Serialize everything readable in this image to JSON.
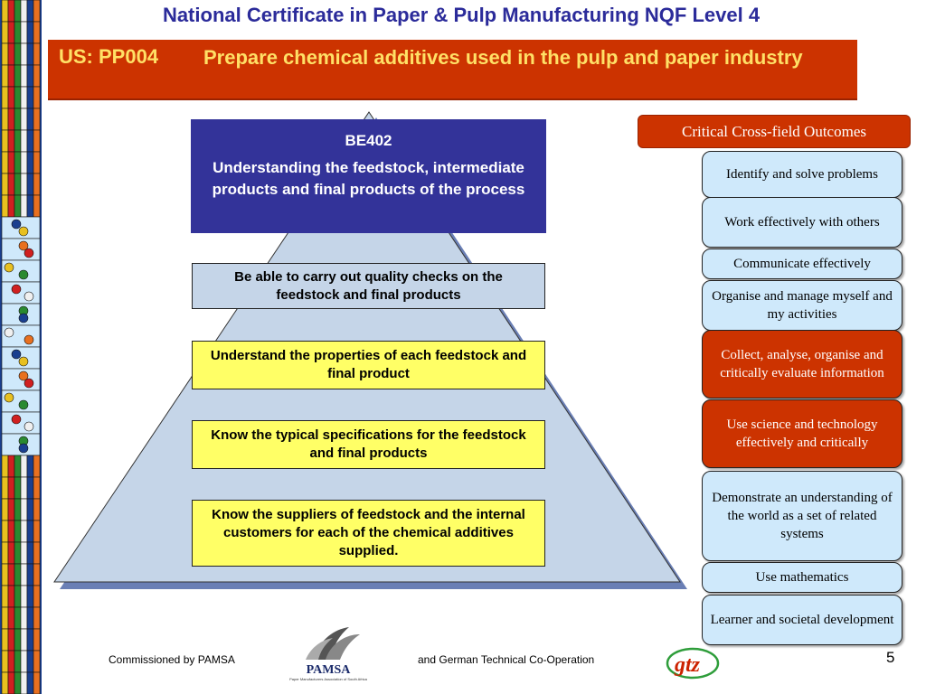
{
  "header": {
    "title": "National Certificate in Paper & Pulp Manufacturing NQF Level 4",
    "unit_code": "US: PP004",
    "unit_title": "Prepare chemical additives used in the pulp and paper industry"
  },
  "pyramid": {
    "apex_code": "BE402",
    "apex_text": "Understanding the feedstock, intermediate products and final products of the process",
    "levels": [
      "Be able to carry out quality checks on the feedstock and final products",
      "Understand the properties of each feedstock and final product",
      "Know the typical specifications for the feedstock  and final products",
      "Know the suppliers of feedstock and the internal customers for each of the chemical additives supplied."
    ]
  },
  "critical_outcomes": {
    "header": "Critical Cross-field Outcomes",
    "items": [
      {
        "label": "Identify and solve problems",
        "highlight": false
      },
      {
        "label": "Work effectively with others",
        "highlight": false
      },
      {
        "label": "Communicate effectively",
        "highlight": false
      },
      {
        "label": "Organise and manage myself  and my activities",
        "highlight": false
      },
      {
        "label": "Collect, analyse, organise and critically evaluate information",
        "highlight": true
      },
      {
        "label": "Use science and technology effectively and critically",
        "highlight": true
      },
      {
        "label": "Demonstrate an understanding of  the world as a set of  related systems",
        "highlight": false
      },
      {
        "label": "Use mathematics",
        "highlight": false
      },
      {
        "label": "Learner and societal development",
        "highlight": false
      }
    ]
  },
  "footer": {
    "commissioned": "Commissioned by PAMSA",
    "cooperation": "and German Technical Co-Operation",
    "page_number": "5",
    "pamsa_logo_text": "PAMSA",
    "pamsa_logo_subtext": "Paper Manufacturers Association of South Africa",
    "gtz_logo_text": "gtz"
  },
  "colors": {
    "title_blue": "#2b2b9a",
    "unit_bar": "#cc3300",
    "unit_text": "#ffe066",
    "apex": "#333399",
    "pyramid_fill": "#c5d5e8",
    "level_yellow": "#ffff66",
    "outcome_light": "#cfe9fb",
    "outcome_highlight": "#cc3300"
  }
}
